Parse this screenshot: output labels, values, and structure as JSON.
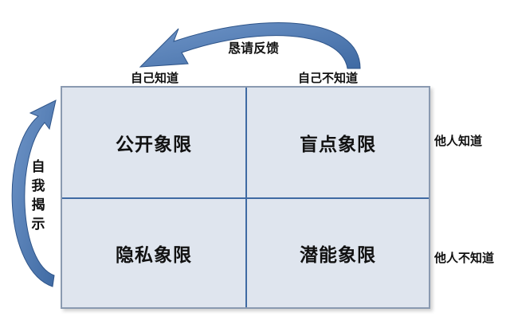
{
  "colors": {
    "cell_fill": "#dfe5ee",
    "divider": "#3f6aa3",
    "border": "#8a9ab0",
    "arrow": "#4a74ad",
    "arrow_edge": "#2e5489"
  },
  "diagram": {
    "quadrants": {
      "top_left": "公开象限",
      "top_right": "盲点象限",
      "bottom_left": "隐私象限",
      "bottom_right": "潜能象限"
    },
    "column_labels": {
      "left": "自己知道",
      "right": "自己不知道"
    },
    "row_labels": {
      "top": "他人知道",
      "bottom": "他人不知道"
    },
    "arrows": {
      "top_label": "恳请反馈",
      "top_icon": "curved-arrow-left-icon",
      "left_label": [
        "自",
        "我",
        "揭",
        "示"
      ],
      "left_icon": "curved-arrow-up-icon"
    }
  }
}
